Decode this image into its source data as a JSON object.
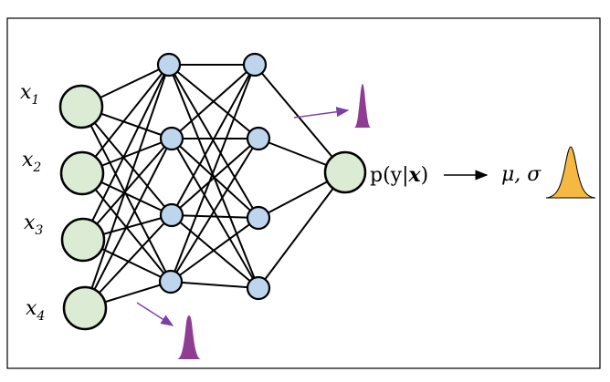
{
  "diagram": {
    "inputs": [
      "x",
      "x",
      "x",
      "x"
    ],
    "input_subscripts": [
      "1",
      "2",
      "3",
      "4"
    ],
    "output_label": "p(y|",
    "output_label_bold": "x",
    "output_label_close": ")",
    "result_label": "μ, σ",
    "colors": {
      "input_node_fill": "#dcebd3",
      "hidden_node_fill": "#bdd6ee",
      "small_distribution": "#8e3d93",
      "output_distribution": "#f5b941",
      "annotation_arrow": "#7b3fa8"
    }
  }
}
